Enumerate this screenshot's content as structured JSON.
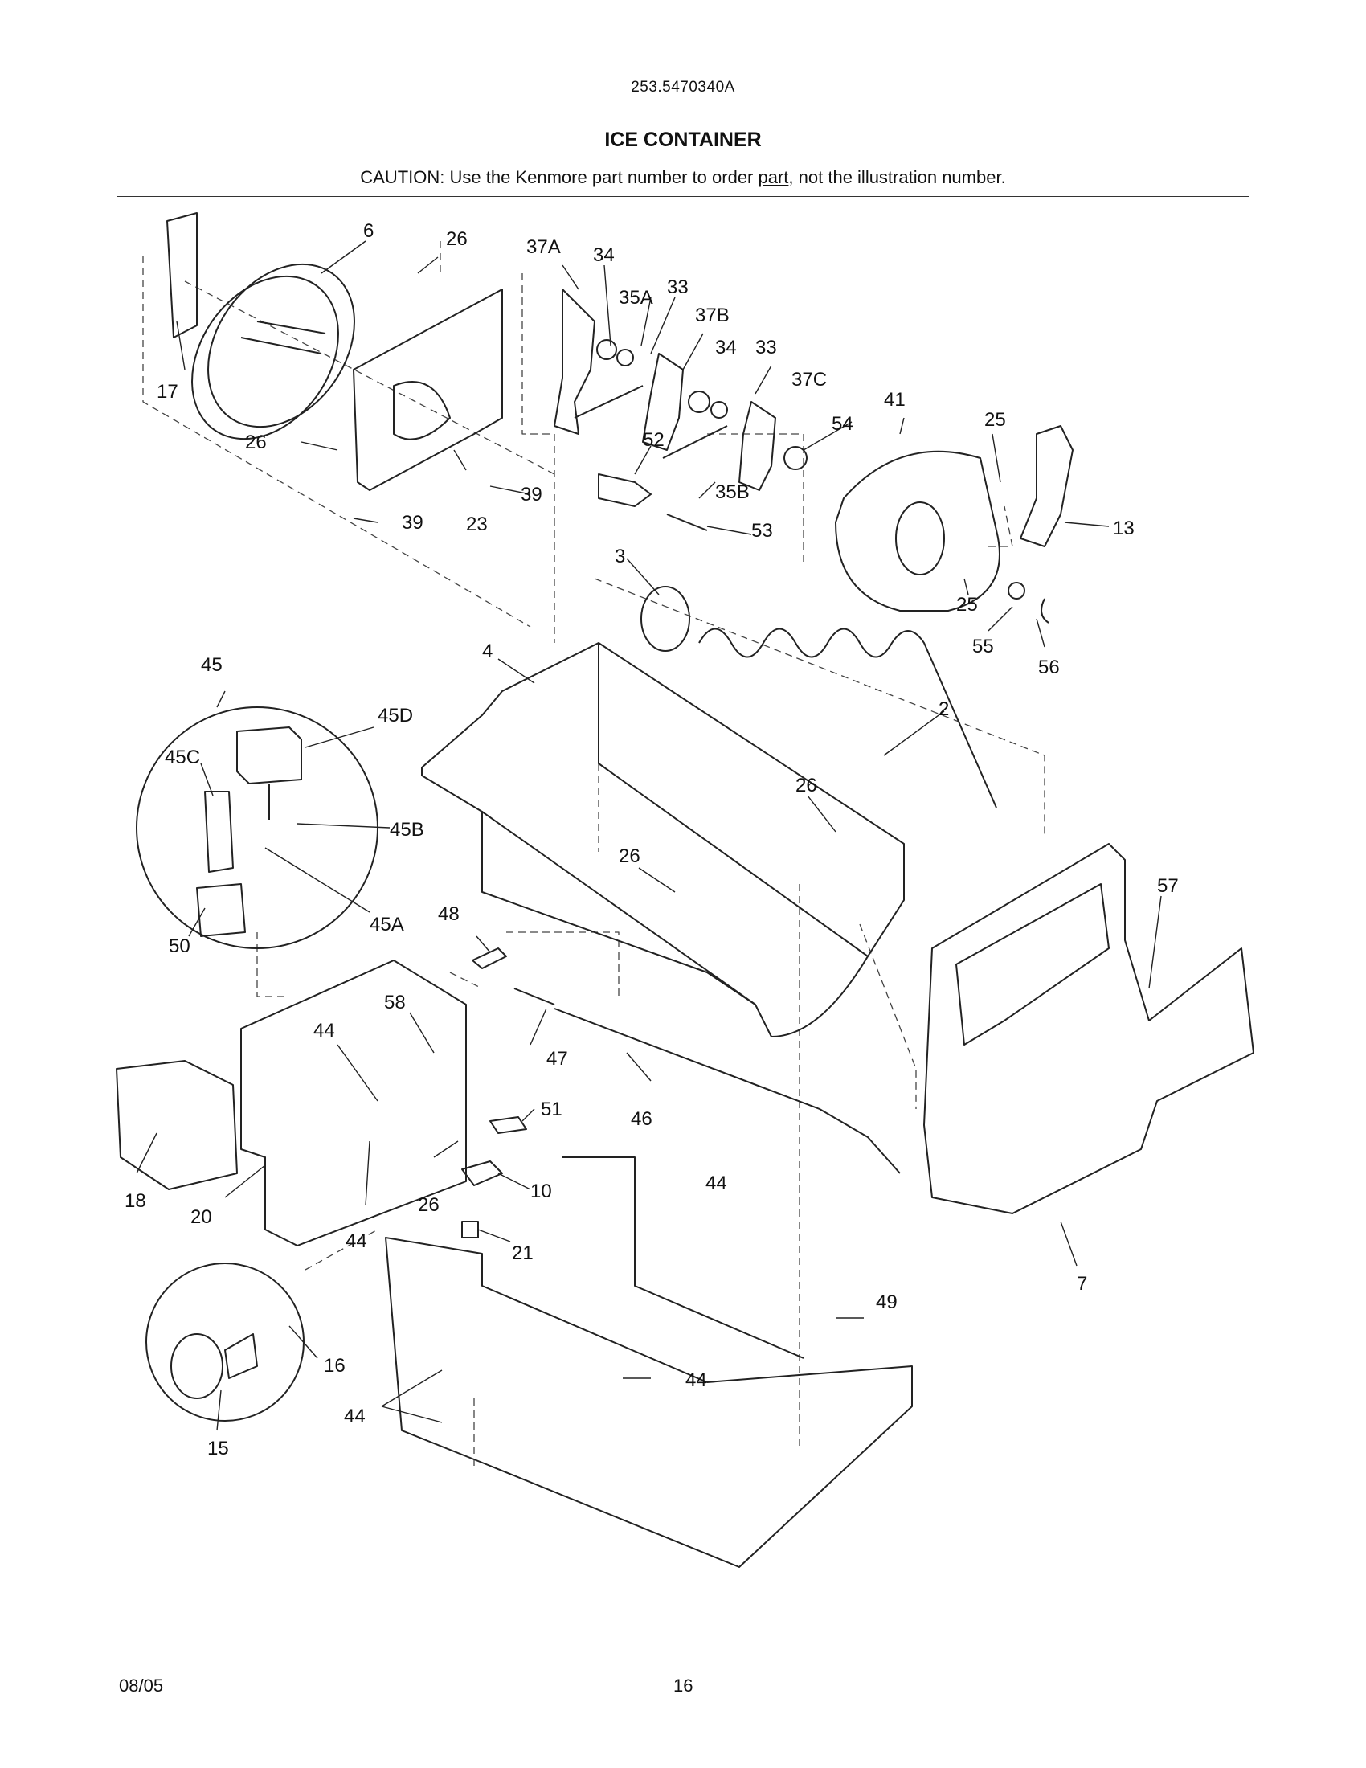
{
  "header": {
    "model_number": "253.5470340A",
    "title": "ICE CONTAINER",
    "caution_before": "CAUTION: Use the Kenmore part number to order ",
    "caution_link": "part",
    "caution_after": ", not the illustration number."
  },
  "labels": {
    "p6": "6",
    "p26a": "26",
    "p37A": "37A",
    "p34a": "34",
    "p35A": "35A",
    "p33a": "33",
    "p37B": "37B",
    "p34b": "34",
    "p33b": "33",
    "p37C": "37C",
    "p41": "41",
    "p54": "54",
    "p25a": "25",
    "p13": "13",
    "p17": "17",
    "p26b": "26",
    "p52": "52",
    "p39a": "39",
    "p39b": "39",
    "p23": "23",
    "p35B": "35B",
    "p53": "53",
    "p3": "3",
    "p25b": "25",
    "p55": "55",
    "p56": "56",
    "p45": "45",
    "p45D": "45D",
    "p45C": "45C",
    "p45B": "45B",
    "p45A": "45A",
    "p50": "50",
    "p4": "4",
    "p2": "2",
    "p26c": "26",
    "p26d": "26",
    "p48": "48",
    "p57": "57",
    "p58": "58",
    "p44a": "44",
    "p47": "47",
    "p51": "51",
    "p46": "46",
    "p18": "18",
    "p20": "20",
    "p26e": "26",
    "p10": "10",
    "p44b": "44",
    "p44c": "44",
    "p21": "21",
    "p7": "7",
    "p49": "49",
    "p16": "16",
    "p44d": "44",
    "p44e": "44",
    "p15": "15"
  },
  "footer": {
    "date": "08/05",
    "page": "16"
  }
}
